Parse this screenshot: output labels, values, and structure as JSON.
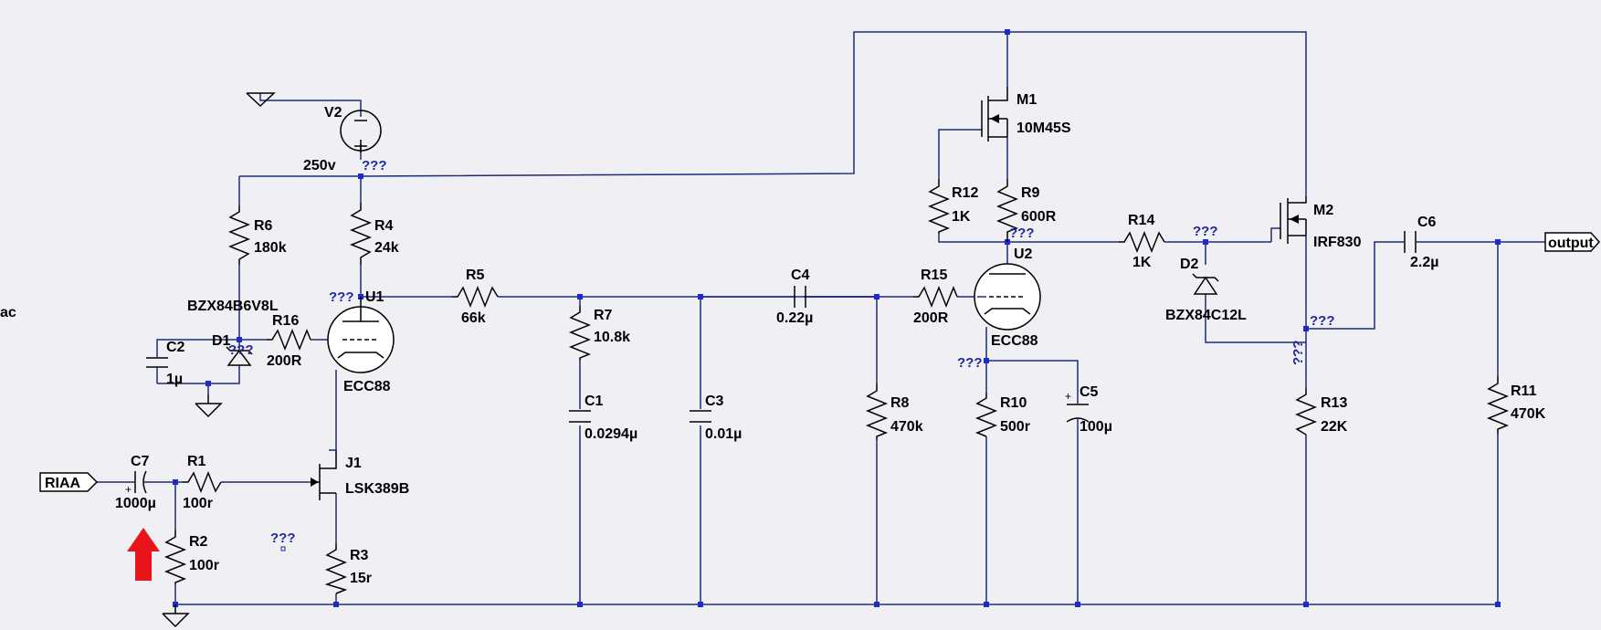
{
  "schematic": {
    "labels": {
      "v2_name": "V2",
      "v2_value": "250v",
      "r6_name": "R6",
      "r6_value": "180k",
      "r4_name": "R4",
      "r4_value": "24k",
      "u1_name": "U1",
      "u1_value": "ECC88",
      "d1_name": "D1",
      "d1_value": "BZX84B6V8L",
      "r16_name": "R16",
      "r16_value": "200R",
      "c2_name": "C2",
      "c2_value": "1µ",
      "r5_name": "R5",
      "r5_value": "66k",
      "r7_name": "R7",
      "r7_value": "10.8k",
      "c1_name": "C1",
      "c1_value": "0.0294µ",
      "c3_name": "C3",
      "c3_value": "0.01µ",
      "c4_name": "C4",
      "c4_value": "0.22µ",
      "r8_name": "R8",
      "r8_value": "470k",
      "r15_name": "R15",
      "r15_value": "200R",
      "u2_name": "U2",
      "u2_value": "ECC88",
      "r10_name": "R10",
      "r10_value": "500r",
      "c5_name": "C5",
      "c5_value": "100µ",
      "m1_name": "M1",
      "m1_value": "10M45S",
      "r12_name": "R12",
      "r12_value": "1K",
      "r9_name": "R9",
      "r9_value": "600R",
      "r14_name": "R14",
      "r14_value": "1K",
      "d2_name": "D2",
      "d2_value": "BZX84C12L",
      "m2_name": "M2",
      "m2_value": "IRF830",
      "r13_name": "R13",
      "r13_value": "22K",
      "c6_name": "C6",
      "c6_value": "2.2µ",
      "r11_name": "R11",
      "r11_value": "470K",
      "c7_name": "C7",
      "c7_value": "1000µ",
      "r1_name": "R1",
      "r1_value": "100r",
      "r2_name": "R2",
      "r2_value": "100r",
      "j1_name": "J1",
      "j1_value": "LSK389B",
      "r3_name": "R3",
      "r3_value": "15r",
      "port_riaa": "RIAA",
      "port_output": "output",
      "cut_text": "ac",
      "unknown": "???"
    }
  }
}
